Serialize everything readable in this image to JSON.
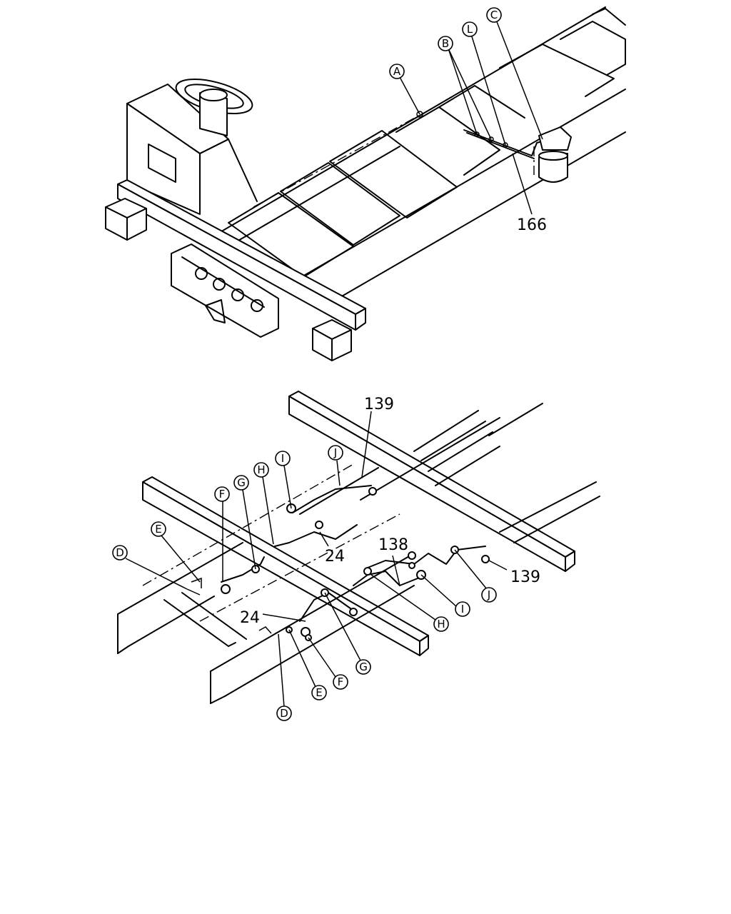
{
  "upper_view": {
    "callouts": {
      "A": "A",
      "B": "B",
      "L": "L",
      "C": "C"
    },
    "part_numbers": {
      "p166": "166"
    }
  },
  "lower_view": {
    "callouts": {
      "D_left": "D",
      "E_left": "E",
      "F_left": "F",
      "G_left": "G",
      "H_left": "H",
      "I_left": "I",
      "J_left": "J",
      "D_right": "D",
      "E_right": "E",
      "F_right": "F",
      "G_right": "G",
      "H_right": "H",
      "I_right": "I",
      "J_right": "J"
    },
    "part_numbers": {
      "p139_top": "139",
      "p139_right": "139",
      "p138": "138",
      "p24_upper": "24",
      "p24_lower": "24"
    }
  }
}
